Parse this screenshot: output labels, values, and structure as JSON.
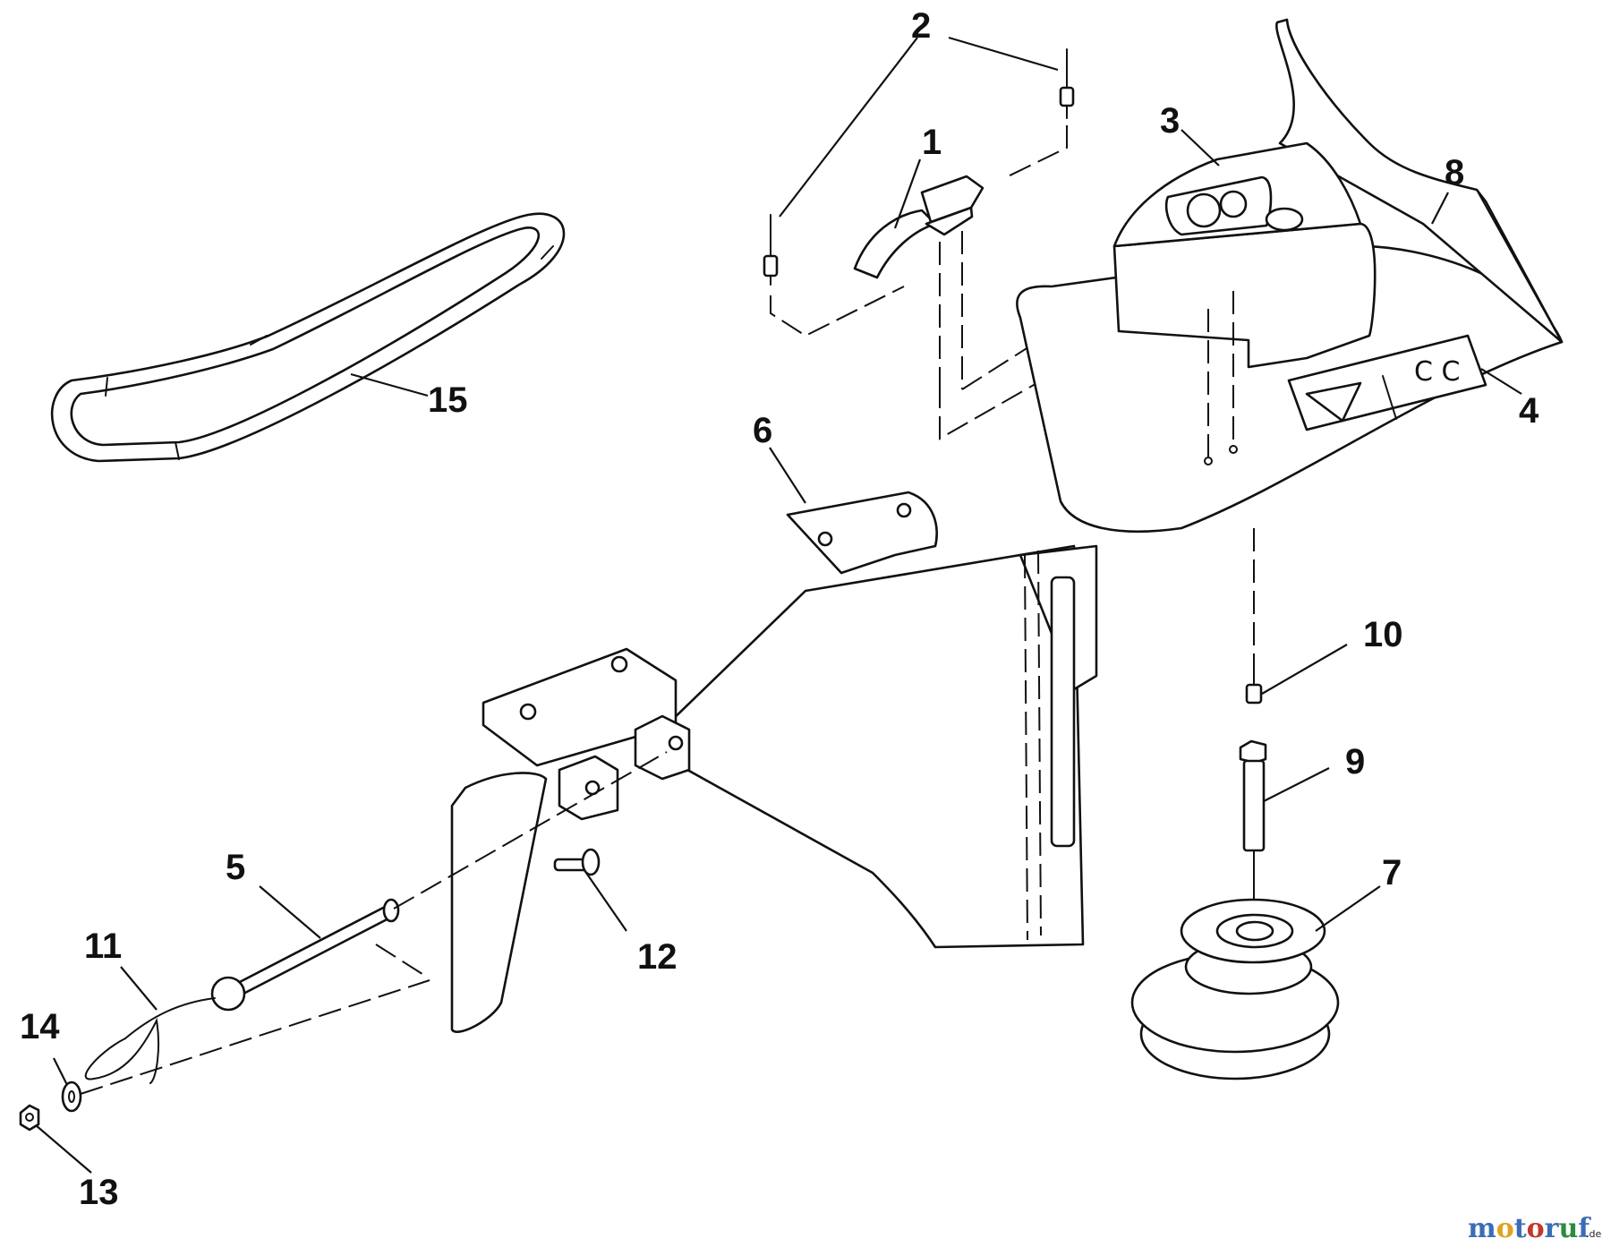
{
  "callouts": [
    {
      "id": "1",
      "name": "callout-1"
    },
    {
      "id": "2",
      "name": "callout-2"
    },
    {
      "id": "3",
      "name": "callout-3"
    },
    {
      "id": "4",
      "name": "callout-4"
    },
    {
      "id": "5",
      "name": "callout-5"
    },
    {
      "id": "6",
      "name": "callout-6"
    },
    {
      "id": "7",
      "name": "callout-7"
    },
    {
      "id": "8",
      "name": "callout-8"
    },
    {
      "id": "9",
      "name": "callout-9"
    },
    {
      "id": "10",
      "name": "callout-10"
    },
    {
      "id": "11",
      "name": "callout-11"
    },
    {
      "id": "12",
      "name": "callout-12"
    },
    {
      "id": "13",
      "name": "callout-13"
    },
    {
      "id": "14",
      "name": "callout-14"
    },
    {
      "id": "15",
      "name": "callout-15"
    }
  ],
  "watermark": {
    "letters": [
      "m",
      "o",
      "t",
      "o",
      "r",
      "u",
      "f"
    ],
    "letter_colors": [
      "#3a6db5",
      "#e0a21f",
      "#3a6db5",
      "#c0392b",
      "#3a6db5",
      "#2e8b3d",
      "#3a6db5"
    ],
    "suffix": ".de"
  }
}
